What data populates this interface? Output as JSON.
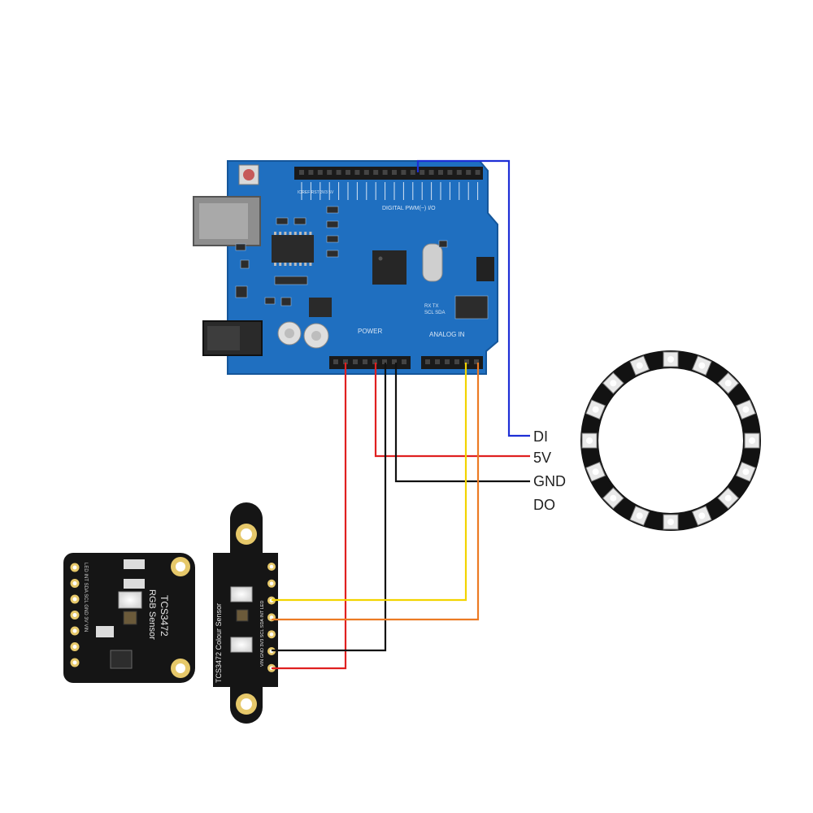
{
  "colors": {
    "board_blue": "#1f6fc0",
    "board_blue_dark": "#175a9e",
    "pcb_black": "#151515",
    "wire_red": "#e02020",
    "wire_black": "#111111",
    "wire_yellow": "#f2d400",
    "wire_orange": "#ec7a24",
    "wire_blue": "#1e2fd6",
    "pad_gold": "#e4c56a"
  },
  "arduino": {
    "header_top_label": "DIGITAL PWM(~)  I/O",
    "ioref_label": "IOREF RST 3V3 5V",
    "power_label": "POWER",
    "analog_label": "ANALOG IN",
    "side_label_1": "RX  TX",
    "side_label_2": "SCL SDA"
  },
  "ring": {
    "pins": {
      "di": "DI",
      "v5": "5V",
      "gnd": "GND",
      "do": "DO"
    }
  },
  "sensor_small": {
    "title": "TCS3472",
    "subtitle": "RGB Sensor",
    "pins": "LED INT SDA SCL GND 3V VIN"
  },
  "sensor_long": {
    "title": "TCS3472 Colour Sensor",
    "pins": "VIN GND 3V3 SCL SDA INT LED"
  }
}
